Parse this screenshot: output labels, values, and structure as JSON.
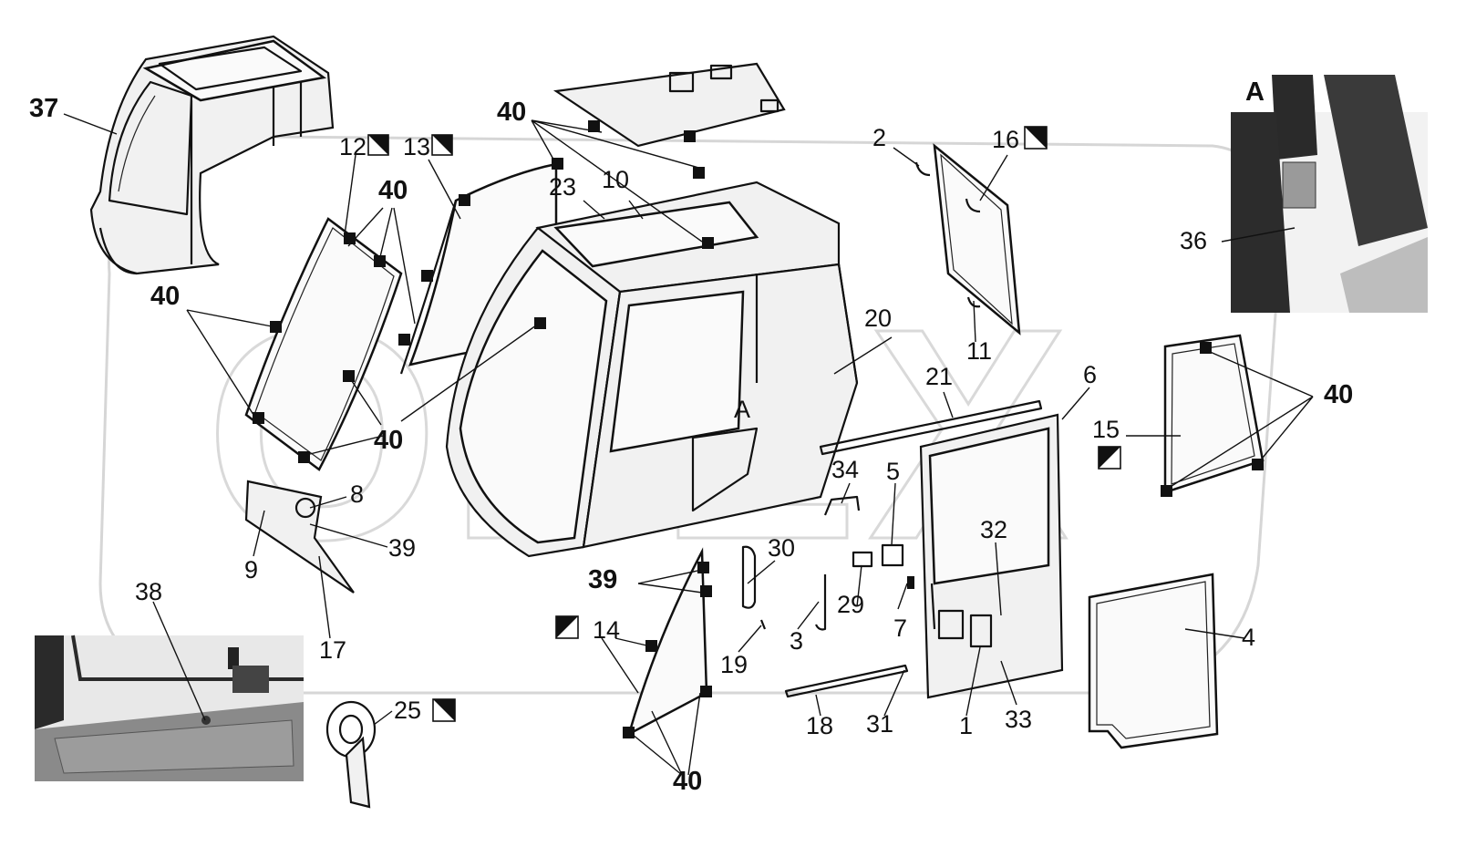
{
  "watermark": "OPEX",
  "inset_detail_label": "A",
  "view_marker": "A",
  "callouts": [
    {
      "id": "c37",
      "text": "37",
      "bold": true
    },
    {
      "id": "c12",
      "text": "12",
      "bold": false
    },
    {
      "id": "c13",
      "text": "13",
      "bold": false
    },
    {
      "id": "c40a",
      "text": "40",
      "bold": true
    },
    {
      "id": "c40b",
      "text": "40",
      "bold": true
    },
    {
      "id": "c40c",
      "text": "40",
      "bold": true
    },
    {
      "id": "c40d",
      "text": "40",
      "bold": true
    },
    {
      "id": "c40e",
      "text": "40",
      "bold": true
    },
    {
      "id": "c40f",
      "text": "40",
      "bold": true
    },
    {
      "id": "c23",
      "text": "23",
      "bold": false
    },
    {
      "id": "c10",
      "text": "10",
      "bold": false
    },
    {
      "id": "c2",
      "text": "2",
      "bold": false
    },
    {
      "id": "c16",
      "text": "16",
      "bold": false
    },
    {
      "id": "c36",
      "text": "36",
      "bold": false
    },
    {
      "id": "c20",
      "text": "20",
      "bold": false
    },
    {
      "id": "c11",
      "text": "11",
      "bold": false
    },
    {
      "id": "c21",
      "text": "21",
      "bold": false
    },
    {
      "id": "c6",
      "text": "6",
      "bold": false
    },
    {
      "id": "c15",
      "text": "15",
      "bold": false
    },
    {
      "id": "c34",
      "text": "34",
      "bold": false
    },
    {
      "id": "c5",
      "text": "5",
      "bold": false
    },
    {
      "id": "c32",
      "text": "32",
      "bold": false
    },
    {
      "id": "c8",
      "text": "8",
      "bold": false
    },
    {
      "id": "c39a",
      "text": "39",
      "bold": false
    },
    {
      "id": "c9",
      "text": "9",
      "bold": false
    },
    {
      "id": "c17",
      "text": "17",
      "bold": false
    },
    {
      "id": "c30",
      "text": "30",
      "bold": false
    },
    {
      "id": "c39b",
      "text": "39",
      "bold": true
    },
    {
      "id": "c38",
      "text": "38",
      "bold": false
    },
    {
      "id": "c14",
      "text": "14",
      "bold": false
    },
    {
      "id": "c19",
      "text": "19",
      "bold": false
    },
    {
      "id": "c3",
      "text": "3",
      "bold": false
    },
    {
      "id": "c29",
      "text": "29",
      "bold": false
    },
    {
      "id": "c7",
      "text": "7",
      "bold": false
    },
    {
      "id": "c4",
      "text": "4",
      "bold": false
    },
    {
      "id": "c25",
      "text": "25",
      "bold": false
    },
    {
      "id": "c18",
      "text": "18",
      "bold": false
    },
    {
      "id": "c31",
      "text": "31",
      "bold": false
    },
    {
      "id": "c1",
      "text": "1",
      "bold": false
    },
    {
      "id": "c33",
      "text": "33",
      "bold": false
    }
  ],
  "colors": {
    "ink": "#111111",
    "watermark": "#d6d6d6",
    "photo_dark": "#2a2a2a",
    "photo_mid": "#8a8a8a"
  }
}
